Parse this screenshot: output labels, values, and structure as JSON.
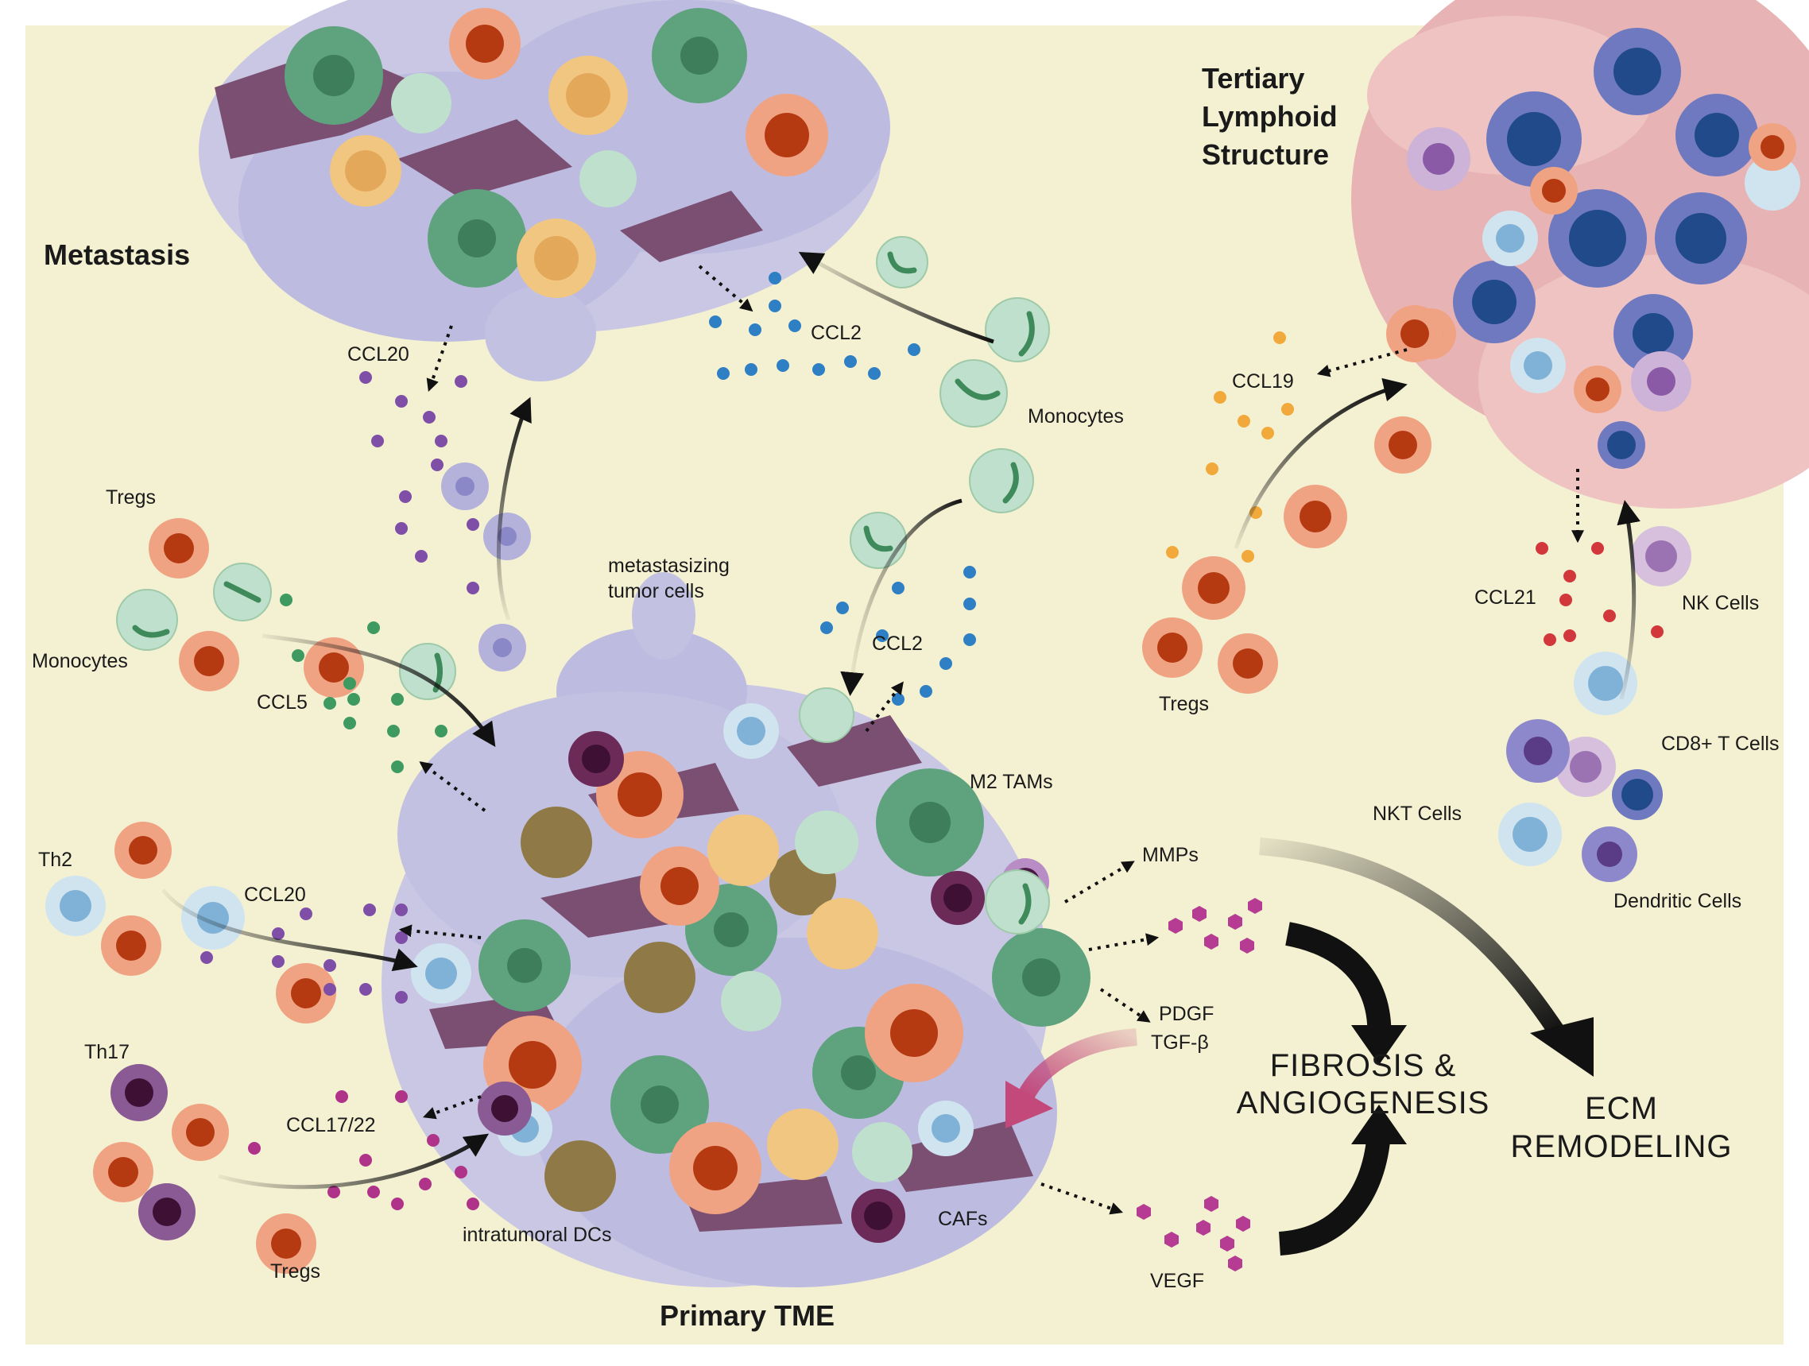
{
  "regions": {
    "metastasis": "Metastasis",
    "tls": [
      "Tertiary",
      "Lymphoid",
      "Structure"
    ],
    "primary": "Primary TME"
  },
  "cells": {
    "monocytes_top": "Monocytes",
    "monocytes_left": "Monocytes",
    "tregs_left": "Tregs",
    "tregs_bottom": "Tregs",
    "tregs_right": "Tregs",
    "th2": "Th2",
    "th17": "Th17",
    "metastasizing": [
      "metastasizing",
      "tumor cells"
    ],
    "m2_tams": "M2 TAMs",
    "intratumoral_dcs": "intratumoral DCs",
    "cafs": "CAFs",
    "nk": "NK Cells",
    "cd8": "CD8+ T Cells",
    "nkt": "NKT Cells",
    "dendritic": "Dendritic Cells"
  },
  "chemokines": {
    "ccl20_top": "CCL20",
    "ccl2_top": "CCL2",
    "ccl2_mid": "CCL2",
    "ccl5": "CCL5",
    "ccl20_left": "CCL20",
    "ccl17_22": "CCL17/22",
    "ccl19": "CCL19",
    "ccl21": "CCL21"
  },
  "factors": {
    "mmps": "MMPs",
    "pdgf": "PDGF",
    "tgf": "TGF-β",
    "vegf": "VEGF"
  },
  "outcomes": {
    "fibrosis": [
      "FIBROSIS &",
      "ANGIOGENESIS"
    ],
    "ecm": [
      "ECM",
      "REMODELING"
    ]
  },
  "colors": {
    "background": "#f4f1d2",
    "tumor": "#b8b6dc",
    "caf": "#7a4f72",
    "tam": "#5fa27e",
    "monocyte": "#bfe0cc",
    "treg": "#f0a383",
    "treg_nucleus": "#b53a12",
    "ccl2_dot": "#2f7fc4",
    "ccl20_dot": "#7f4fa8",
    "ccl5_dot": "#3f9a62",
    "ccl17_dot": "#b0338a",
    "ccl19_dot": "#f2a93b",
    "ccl21_dot": "#d2373b",
    "growth_factor": "#b53c92",
    "tls_mass": "#e7b3b4"
  }
}
